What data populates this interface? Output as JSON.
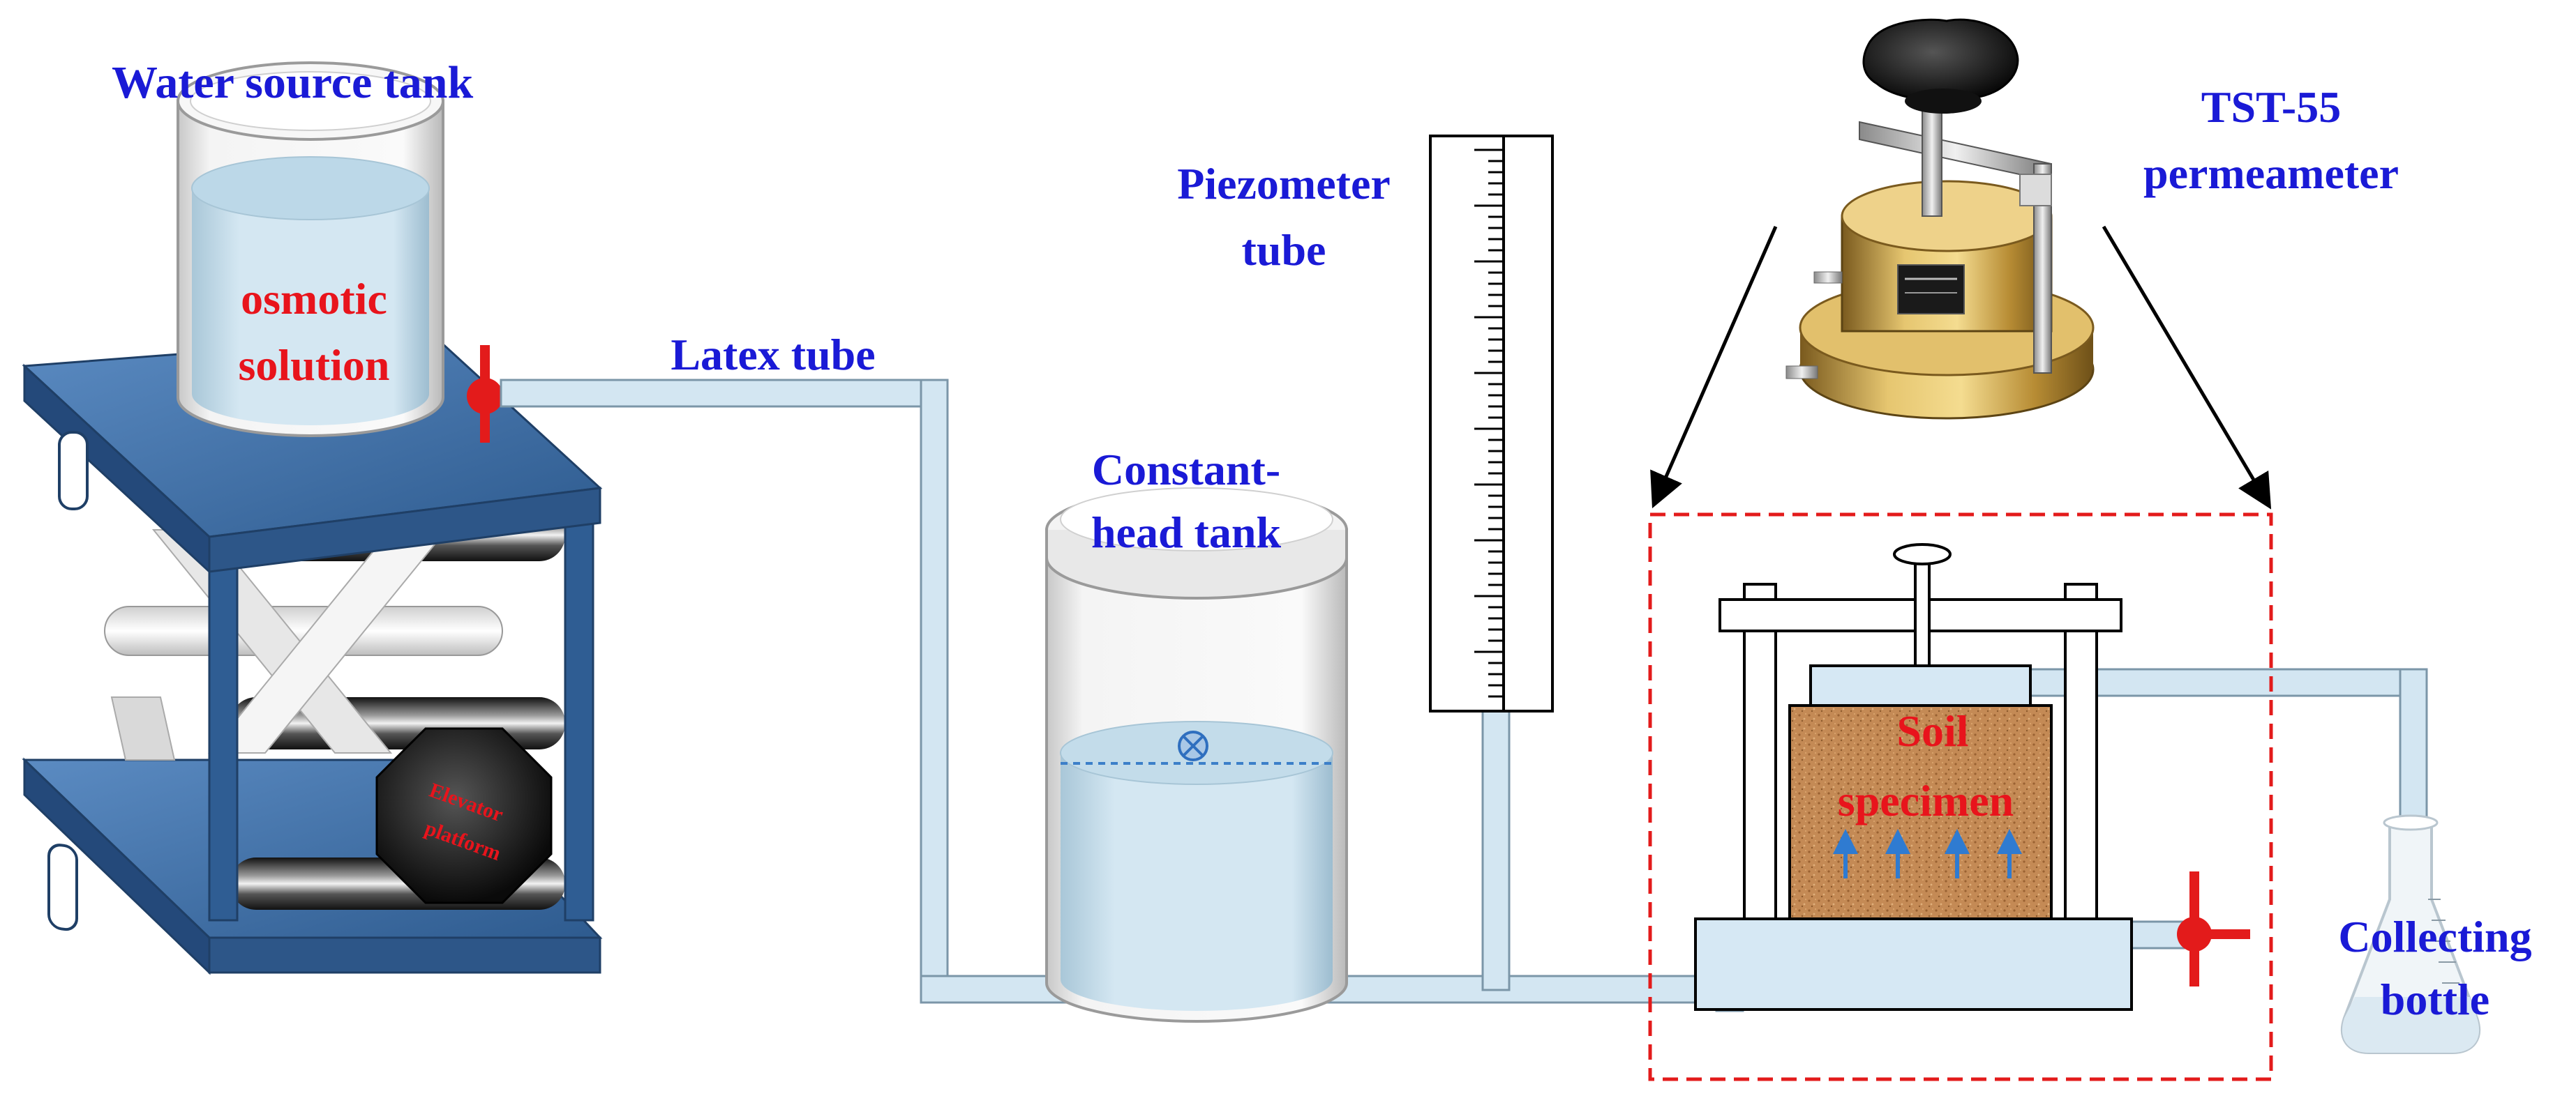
{
  "labels": {
    "water_source_tank": "Water source tank",
    "osmotic_line1": "osmotic",
    "osmotic_line2": "solution",
    "latex_tube": "Latex tube",
    "piezometer_line1": "Piezometer",
    "piezometer_line2": "tube",
    "constant_head_line1": "Constant-",
    "constant_head_line2": "head tank",
    "tst_line1": "TST-55",
    "tst_line2": "permeameter",
    "soil_line1": "Soil",
    "soil_line2": "specimen",
    "collecting_line1": "Collecting",
    "collecting_line2": "bottle",
    "elevator_line1": "Elevator",
    "elevator_line2": "platform"
  },
  "colors": {
    "label_blue": "#1a1ad6",
    "label_red": "#e8141c",
    "platform_blue": "#3f6fa6",
    "tube_fill": "#d3e6f2",
    "water": "#c9e2f0",
    "soil": "#c48a55",
    "valve_red": "#e31b1b",
    "brass": "#c9a44e",
    "dashed_box": "#e31b1b",
    "flow_arrow": "#2f7bd1"
  }
}
